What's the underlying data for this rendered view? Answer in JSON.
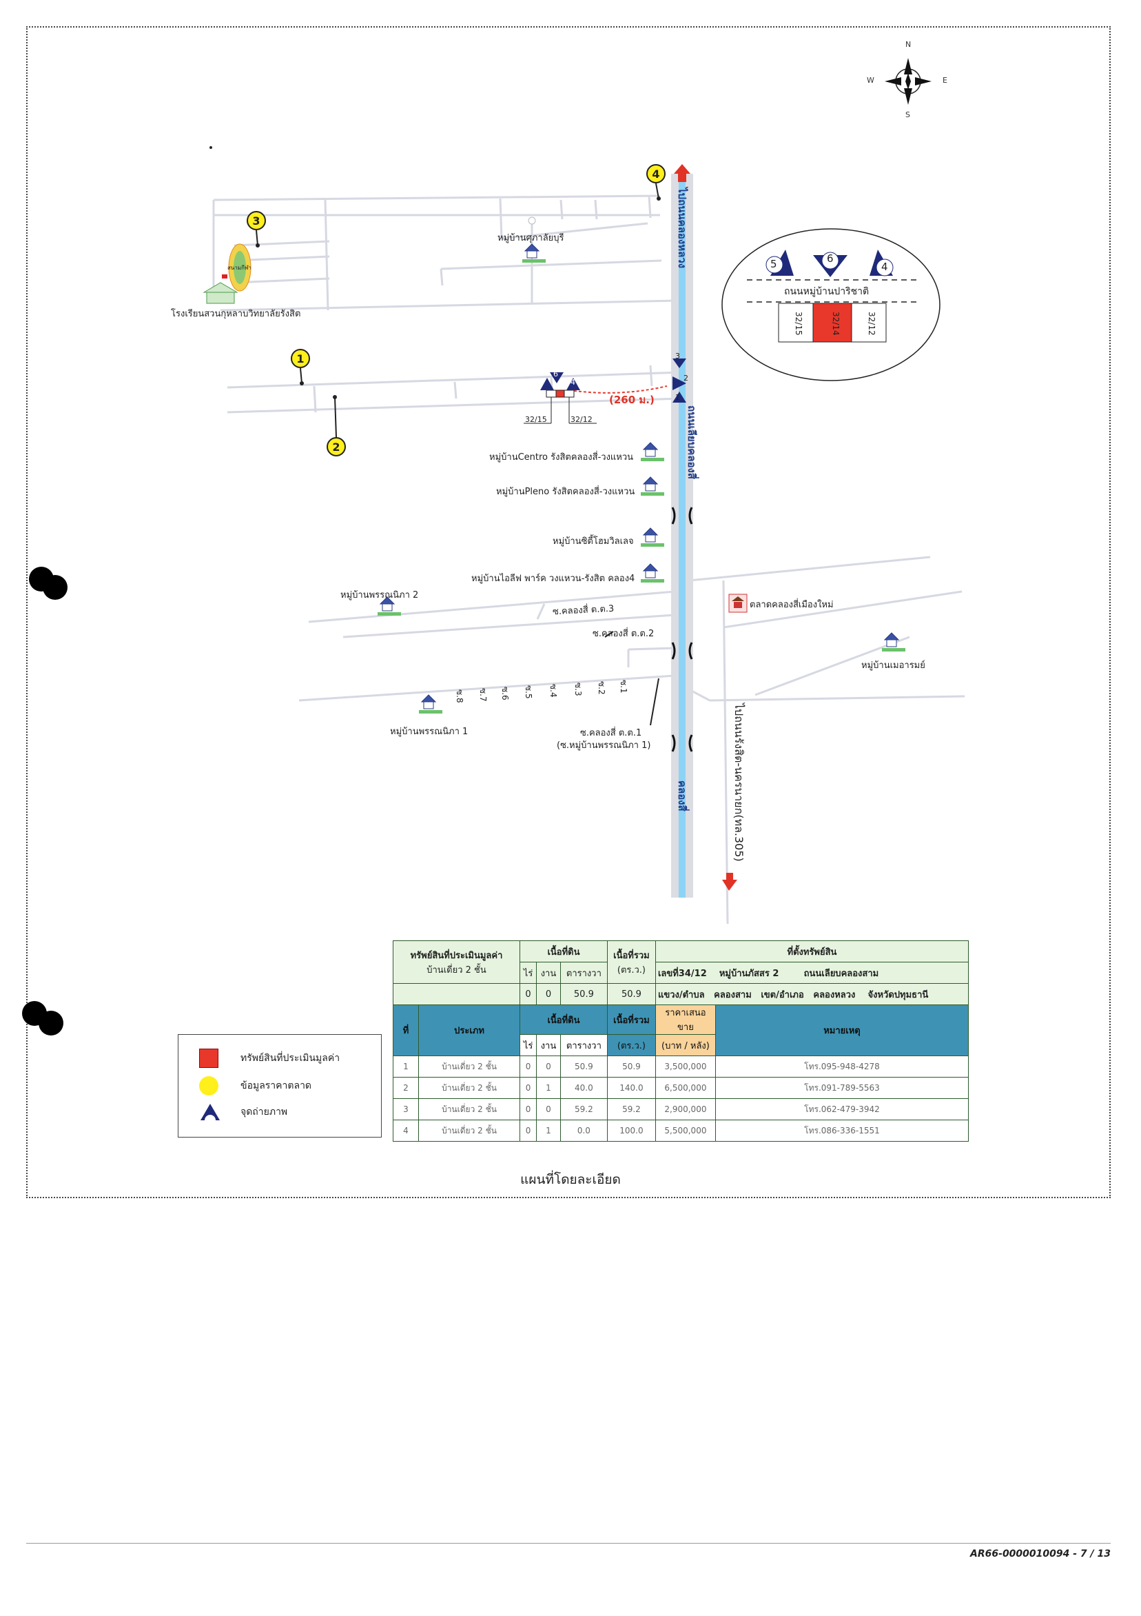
{
  "compass": {
    "n": "N",
    "s": "S",
    "e": "E",
    "w": "W"
  },
  "roads": {
    "canal_north_label": "ไปถนนคลองหลวง",
    "canal_mid_label": "ถนนเลียบคลองสี่",
    "canal_south_label": "คลองสี่",
    "highway_label": "ไปถนนรังสิต-นครนายก(ทล.305)",
    "soi_3": "ซ.คลองสี่ ต.ต.3",
    "soi_2": "ซ.คลองสี่ ต.ต.2",
    "soi_1": "ซ.คลองสี่ ต.ต.1",
    "soi_1_sub": "(ซ.หมู่บ้านพรรณนิภา 1)",
    "distance": "(260 ม.)"
  },
  "places": {
    "school": "โรงเรียนสวนกุหลาบวิทยาลัยรังสิต",
    "school_field": "สนามกีฬา",
    "village_supalai": "หมู่บ้านศุภาลัยบุรี",
    "village_centro": "หมู่บ้านCentro รังสิตคลองสี่-วงแหวน",
    "village_pleno": "หมู่บ้านPleno รังสิตคลองสี่-วงแหวน",
    "village_city": "หมู่บ้านซิตี้โฮมวิลเลจ",
    "village_lifepark": "หมู่บ้านไอลีฟ พาร์ค วงแหวน-รังสิต คลอง4",
    "village_pannipa2": "หมู่บ้านพรรณนิภา 2",
    "village_pannipa1": "หมู่บ้านพรรณนิภา 1",
    "market": "ตลาดคลองสี่เมืองใหม่",
    "village_mearom": "หมู่บ้านเมอารมย์"
  },
  "soi_numbers": [
    "ซ.8",
    "ซ.7",
    "ซ.6",
    "ซ.5",
    "ซ.4",
    "ซ.3",
    "ซ.2",
    "ซ.1"
  ],
  "markers": [
    "1",
    "2",
    "3",
    "4"
  ],
  "photo_points": [
    "5",
    "6",
    "4",
    "3",
    "2",
    "1"
  ],
  "plots": {
    "left": "32/15",
    "center": "32/14",
    "right": "32/12"
  },
  "inset": {
    "road": "ถนนหมู่บ้านปาริชาติ"
  },
  "table": {
    "subject_title": "ทรัพย์สินที่ประเมินมูลค่า",
    "subject_type": "บ้านเดี่ยว 2 ชั้น",
    "land_area": "เนื้อที่ดิน",
    "total_area": "เนื้อที่รวม",
    "total_unit": "(ตร.ว.)",
    "rai": "ไร่",
    "ngan": "งาน",
    "wa": "ตารางวา",
    "subject_values": [
      "0",
      "0",
      "50.9",
      "50.9"
    ],
    "location_title": "ที่ตั้งทรัพย์สิน",
    "address_no": "เลขที่34/12",
    "address_village": "หมู่บ้านภัสสร 2",
    "address_road": "ถนนเลียบคลองสาม",
    "address_sub_label": "แขวง/ตำบล",
    "address_sub": "คลองสาม",
    "address_dist_label": "เขต/อำเภอ",
    "address_dist": "คลองหลวง",
    "address_prov": "จังหวัดปทุมธานี",
    "col_no": "ที่",
    "col_type": "ประเภท",
    "col_price": "ราคาเสนอขาย",
    "col_price_unit": "(บาท / หลัง)",
    "col_note": "หมายเหตุ",
    "rows": [
      [
        "1",
        "บ้านเดี่ยว 2 ชั้น",
        "0",
        "0",
        "50.9",
        "50.9",
        "3,500,000",
        "โทร.095-948-4278"
      ],
      [
        "2",
        "บ้านเดี่ยว 2 ชั้น",
        "0",
        "1",
        "40.0",
        "140.0",
        "6,500,000",
        "โทร.091-789-5563"
      ],
      [
        "3",
        "บ้านเดี่ยว 2 ชั้น",
        "0",
        "0",
        "59.2",
        "59.2",
        "2,900,000",
        "โทร.062-479-3942"
      ],
      [
        "4",
        "บ้านเดี่ยว 2 ชั้น",
        "0",
        "1",
        "0.0",
        "100.0",
        "5,500,000",
        "โทร.086-336-1551"
      ]
    ]
  },
  "legend": {
    "subject": "ทรัพย์สินที่ประเมินมูลค่า",
    "market": "ข้อมูลราคาตลาด",
    "photo": "จุดถ่ายภาพ",
    "subject_color": "#e8382b",
    "market_color": "#ffef1a",
    "photo_color": "#1f2a7a"
  },
  "caption": "แผนที่โดยละเอียด",
  "page_id": "AR66-0000010094 - 7 / 13"
}
